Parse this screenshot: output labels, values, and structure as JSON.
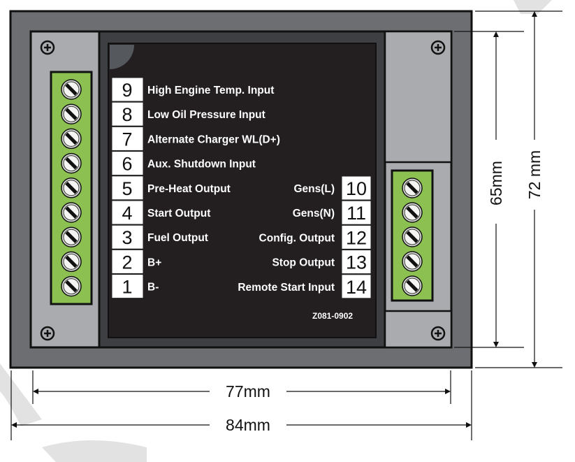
{
  "left_terminals": [
    {
      "num": "9",
      "label": "High Engine Temp. Input"
    },
    {
      "num": "8",
      "label": "Low Oil Pressure Input"
    },
    {
      "num": "7",
      "label": "Alternate Charger WL(D+)"
    },
    {
      "num": "6",
      "label": "Aux. Shutdown Input"
    },
    {
      "num": "5",
      "label": "Pre-Heat Output"
    },
    {
      "num": "4",
      "label": "Start Output"
    },
    {
      "num": "3",
      "label": "Fuel Output"
    },
    {
      "num": "2",
      "label": "B+"
    },
    {
      "num": "1",
      "label": "B-"
    }
  ],
  "right_terminals": [
    {
      "num": "10",
      "label": "Gens(L)"
    },
    {
      "num": "11",
      "label": "Gens(N)"
    },
    {
      "num": "12",
      "label": "Config. Output"
    },
    {
      "num": "13",
      "label": "Stop Output"
    },
    {
      "num": "14",
      "label": "Remote Start Input"
    }
  ],
  "model_code": "Z081-0902",
  "dimensions": {
    "inner_width": "77mm",
    "outer_width": "84mm",
    "inner_height": "65mm",
    "outer_height": "72 mm"
  },
  "colors": {
    "frame": "#6c6e71",
    "panel": "#a9abae",
    "screen": "#231f20",
    "terminal_green": "#8cc152"
  }
}
